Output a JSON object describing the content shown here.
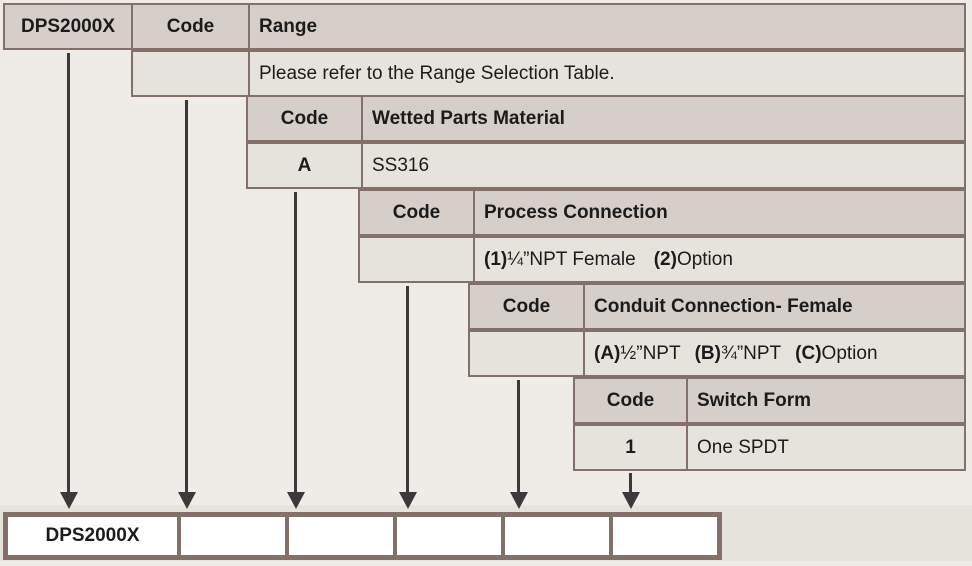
{
  "document": {
    "type": "ordering-code-selection-table",
    "model": "DPS2000X"
  },
  "levels": [
    {
      "id": "range",
      "model_label": "DPS2000X",
      "code_header": "Code",
      "attribute_header": "Range",
      "note": "Please refer to the Range Selection Table.",
      "code_value": "",
      "options_text": ""
    },
    {
      "id": "wetted-parts-material",
      "code_header": "Code",
      "attribute_header": "Wetted Parts Material",
      "code_value": "A",
      "options_text": "SS316"
    },
    {
      "id": "process-connection",
      "code_header": "Code",
      "attribute_header": "Process Connection",
      "code_value": "",
      "options": [
        {
          "code": "(1)",
          "desc": " ¼”NPT Female"
        },
        {
          "code": "(2)",
          "desc": " Option"
        }
      ]
    },
    {
      "id": "conduit-connection",
      "code_header": "Code",
      "attribute_header": "Conduit Connection- Female",
      "code_value": "",
      "options": [
        {
          "code": "(A)",
          "desc": " ½”NPT"
        },
        {
          "code": "(B)",
          "desc": " ¾”NPT"
        },
        {
          "code": "(C)",
          "desc": " Option"
        }
      ]
    },
    {
      "id": "switch-form",
      "code_header": "Code",
      "attribute_header": "Switch Form",
      "code_value": "1",
      "options_text": "One SPDT"
    }
  ],
  "part_number_builder": {
    "slots": [
      {
        "name": "model",
        "value": "DPS2000X"
      },
      {
        "name": "range-code",
        "value": ""
      },
      {
        "name": "wetted-parts-code",
        "value": ""
      },
      {
        "name": "process-connection-code",
        "value": ""
      },
      {
        "name": "conduit-connection-code",
        "value": ""
      },
      {
        "name": "switch-form-code",
        "value": ""
      }
    ]
  },
  "colors": {
    "page_background": "#efece7",
    "header_fill": "#d5cec9",
    "body_fill": "#e6e3dd",
    "border": "#837169",
    "arrow": "#3a3a3a",
    "slot_fill": "#ffffff",
    "text": "#1b1b1b"
  }
}
